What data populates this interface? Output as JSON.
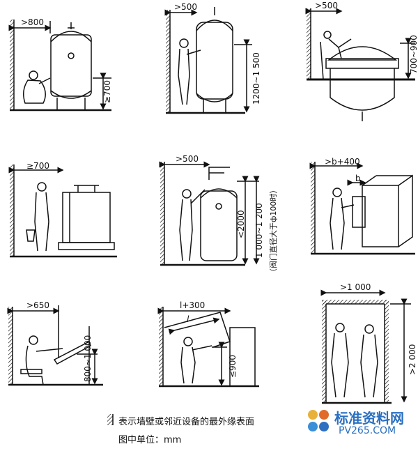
{
  "panels": [
    {
      "id": "p1",
      "labels": [
        ">800",
        "≥700"
      ]
    },
    {
      "id": "p2",
      "labels": [
        ">500",
        "1200~1 500"
      ]
    },
    {
      "id": "p3",
      "labels": [
        ">500",
        "700~900"
      ]
    },
    {
      "id": "p4",
      "labels": [
        "≥700"
      ]
    },
    {
      "id": "p5",
      "labels": [
        ">500",
        "<2000",
        "1 000~1 200",
        "（阀门直径大于ф100时）"
      ]
    },
    {
      "id": "p6",
      "labels": [
        ">b+400",
        "b"
      ]
    },
    {
      "id": "p7",
      "labels": [
        ">650",
        "800~1 000"
      ]
    },
    {
      "id": "p8",
      "labels": [
        "l+300",
        "l",
        "≤900"
      ]
    },
    {
      "id": "p9",
      "labels": [
        ">1 000",
        ">2 000"
      ]
    }
  ],
  "legend": {
    "wall_note": "表示墙壁或邻近设备的最外缘表面",
    "unit_note": "图中单位：mm"
  },
  "watermark": {
    "title": "标准资料网",
    "url": "PV265.COM"
  },
  "colors": {
    "ink": "#111111",
    "watermark_blue": "#2a6fc1"
  }
}
